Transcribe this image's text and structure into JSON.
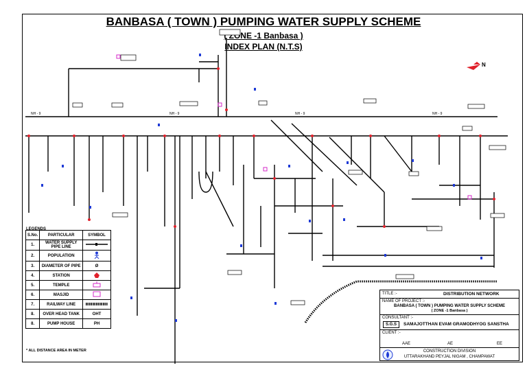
{
  "title": {
    "main": "BANBASA ( TOWN ) PUMPING WATER SUPPLY SCHEME",
    "zone": "( ZONE -1 Banbasa )",
    "index": "INDEX PLAN (N.T.S)"
  },
  "north_label": "N",
  "road_labels": [
    "NH - 9",
    "NH - 9",
    "NH - 9",
    "NH - 9"
  ],
  "legend": {
    "heading": "LEGENDS",
    "columns": [
      "S.No.",
      "PARTICULAR",
      "SYMBOL"
    ],
    "rows": [
      {
        "no": "1.",
        "particular": "WATER SUPPLY PIPE LINE",
        "symbol": "pipe-line-symbol"
      },
      {
        "no": "2.",
        "particular": "POPULATION",
        "symbol": "population-symbol"
      },
      {
        "no": "3.",
        "particular": "DIAMETER OF PIPE",
        "symbol": "Ø"
      },
      {
        "no": "4.",
        "particular": "STATION",
        "symbol": "station-symbol"
      },
      {
        "no": "5.",
        "particular": "TEMPLE",
        "symbol": "temple-symbol"
      },
      {
        "no": "6.",
        "particular": "MASJID",
        "symbol": "masjid-symbol"
      },
      {
        "no": "7.",
        "particular": "RAILWAY LINE",
        "symbol": "railway-symbol"
      },
      {
        "no": "8.",
        "particular": "OVER HEAD TANK",
        "symbol": "OHT"
      },
      {
        "no": "8.",
        "particular": "PUMP HOUSE",
        "symbol": "PH"
      }
    ],
    "note": "* ALL DISTANCE AREA IN METER"
  },
  "title_block": {
    "title_label": "TITLE :-",
    "title_value": "DISTRIBUTION NETWORK",
    "project_label": "NAME OF PROJECT :-",
    "project_value": "BANBASA ( TOWN ) PUMPING WATER SUPPLY SCHEME",
    "project_zone": "( ZONE -1 Banbasa )",
    "consultant_label": "CONSULTANT :-",
    "consultant_badge": "S.G.S",
    "consultant_value": "SAMAJOTTHAN EVAM GRAMODHYOG SANSTHA",
    "client_label": "CLIENT :-",
    "signatories": [
      "AAE",
      "AE",
      "EE"
    ],
    "division": "CONSTRUCTION DIVISION",
    "agency": "UTTARAKHAND PEYJAL NIGAM , CHAMPAWAT"
  },
  "colors": {
    "pipe": "#000000",
    "station": "#e0202a",
    "population": "#1e3ad6",
    "temple": "#d429c8"
  }
}
